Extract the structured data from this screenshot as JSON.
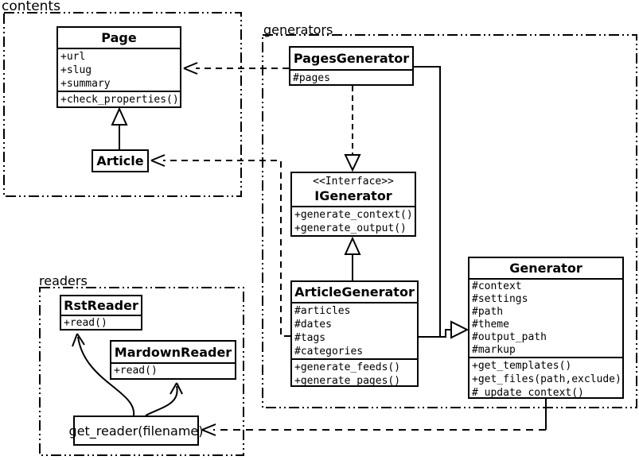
{
  "packages": {
    "contents": {
      "label": "contents"
    },
    "generators": {
      "label": "generators"
    },
    "readers": {
      "label": "readers"
    }
  },
  "classes": {
    "page": {
      "name": "Page",
      "attributes": [
        "+url",
        "+slug",
        "+summary"
      ],
      "methods": [
        "+check_properties()"
      ]
    },
    "article": {
      "name": "Article"
    },
    "pages_generator": {
      "name": "PagesGenerator",
      "attributes": [
        "#pages"
      ]
    },
    "igenerator": {
      "stereotype": "<<Interface>>",
      "name": "IGenerator",
      "methods": [
        "+generate_context()",
        "+generate_output()"
      ]
    },
    "article_generator": {
      "name": "ArticleGenerator",
      "attributes": [
        "#articles",
        "#dates",
        "#tags",
        "#categories"
      ],
      "methods": [
        "+generate_feeds()",
        "+generate_pages()"
      ]
    },
    "generator": {
      "name": "Generator",
      "attributes": [
        "#context",
        "#settings",
        "#path",
        "#theme",
        "#output_path",
        "#markup"
      ],
      "methods": [
        "+get_templates()",
        "+get_files(path,exclude)",
        "#_update_context()"
      ]
    },
    "rst_reader": {
      "name": "RstReader",
      "methods": [
        "+read()"
      ]
    },
    "mardown_reader": {
      "name": "MardownReader",
      "methods": [
        "+read()"
      ]
    },
    "get_reader": {
      "label": "get_reader(filename)"
    }
  },
  "colors": {
    "line": "#000000",
    "background": "#ffffff"
  }
}
